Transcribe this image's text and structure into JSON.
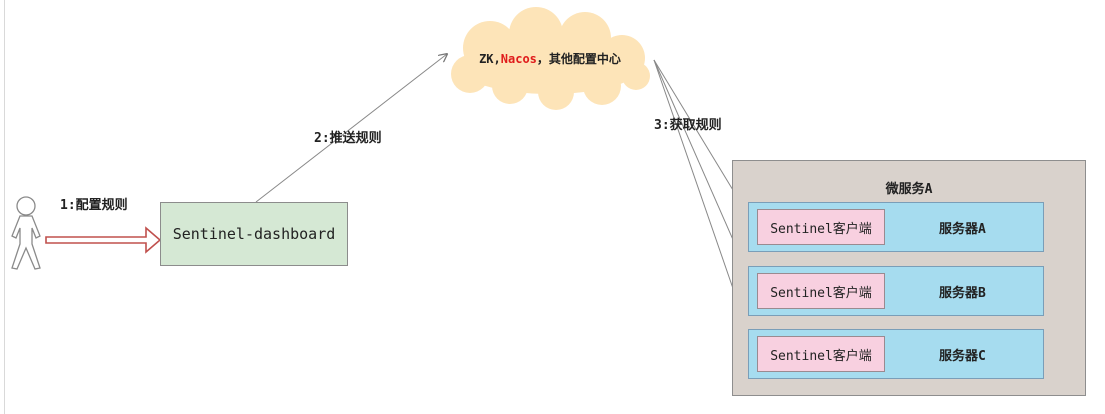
{
  "colors": {
    "dashboard_fill": "#d5e8d4",
    "group_fill": "#d9d2cc",
    "server_fill": "#a6dcef",
    "client_fill": "#f8d0e0",
    "cloud_fill": "#fde4b8",
    "highlight_red": "#e01b1b"
  },
  "actor": {
    "icon": "person-icon"
  },
  "steps": {
    "configure": "1:配置规则",
    "push": "2:推送规则",
    "fetch": "3:获取规则"
  },
  "dashboard": {
    "label": "Sentinel-dashboard"
  },
  "config_center": {
    "prefix": "ZK,",
    "highlight": "Nacos",
    "suffix": "，其他配置中心"
  },
  "microservice": {
    "title": "微服务A",
    "servers": [
      {
        "client": "Sentinel客户端",
        "name": "服务器A"
      },
      {
        "client": "Sentinel客户端",
        "name": "服务器B"
      },
      {
        "client": "Sentinel客户端",
        "name": "服务器C"
      }
    ]
  }
}
